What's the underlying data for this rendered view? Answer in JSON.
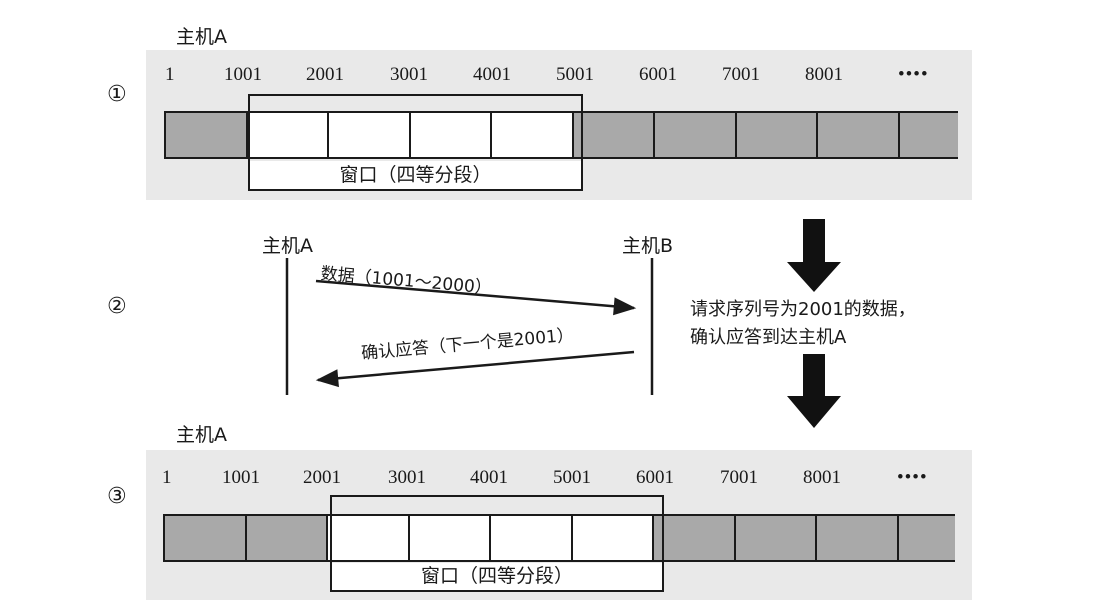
{
  "step1": {
    "host_label": "主机A",
    "step_number": "①",
    "seq_numbers": [
      "1",
      "1001",
      "2001",
      "3001",
      "4001",
      "5001",
      "6001",
      "7001",
      "8001",
      "••••"
    ],
    "window_label": "窗口（四等分段）"
  },
  "step2": {
    "step_number": "②",
    "host_a_label": "主机A",
    "host_b_label": "主机B",
    "data_label": "数据（1001～2000）",
    "ack_label": "确认应答（下一个是2001）"
  },
  "note": {
    "line1": "请求序列号为2001的数据，",
    "line2": "确认应答到达主机A"
  },
  "step3": {
    "host_label": "主机A",
    "step_number": "③",
    "seq_numbers": [
      "1",
      "1001",
      "2001",
      "3001",
      "4001",
      "5001",
      "6001",
      "7001",
      "8001",
      "••••"
    ],
    "window_label": "窗口（四等分段）"
  },
  "colors": {
    "band": "#e9e9e9",
    "segment_gray": "#a9a9a9",
    "line": "#1a1a1a"
  }
}
